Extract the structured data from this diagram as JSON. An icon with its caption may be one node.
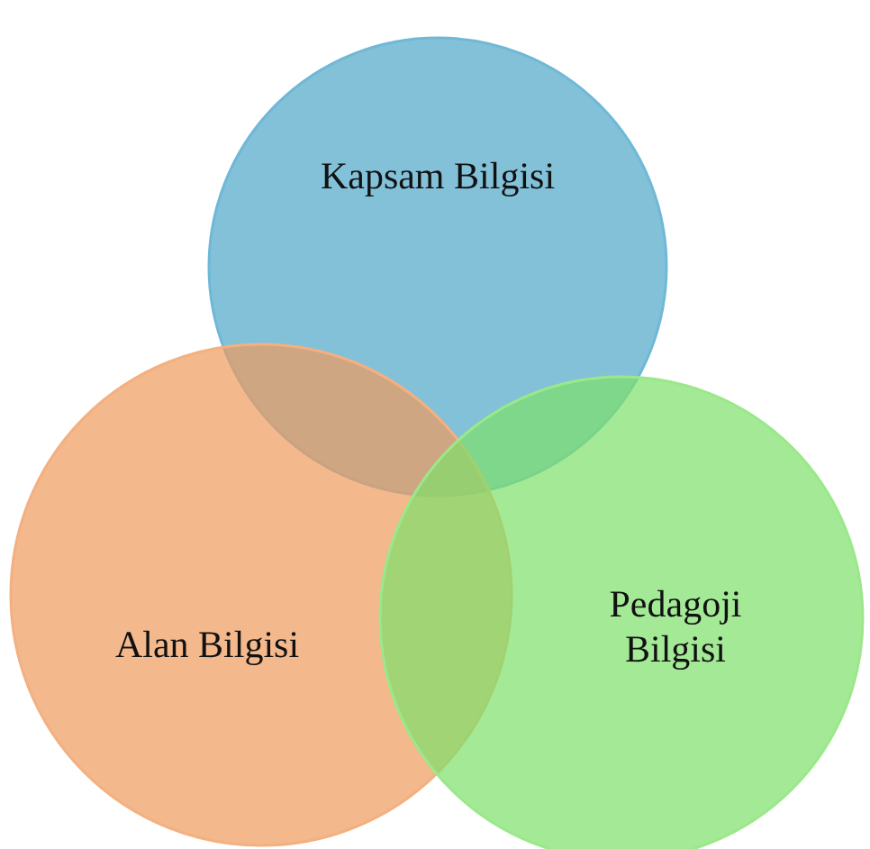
{
  "diagram": {
    "nodes": [
      {
        "text": [
          "Kapsam Bilgisi"
        ]
      },
      {
        "text": [
          "Alan Bilgisi"
        ]
      },
      {
        "text": [
          "Pedagoji Bilgisi"
        ]
      }
    ]
  }
}
